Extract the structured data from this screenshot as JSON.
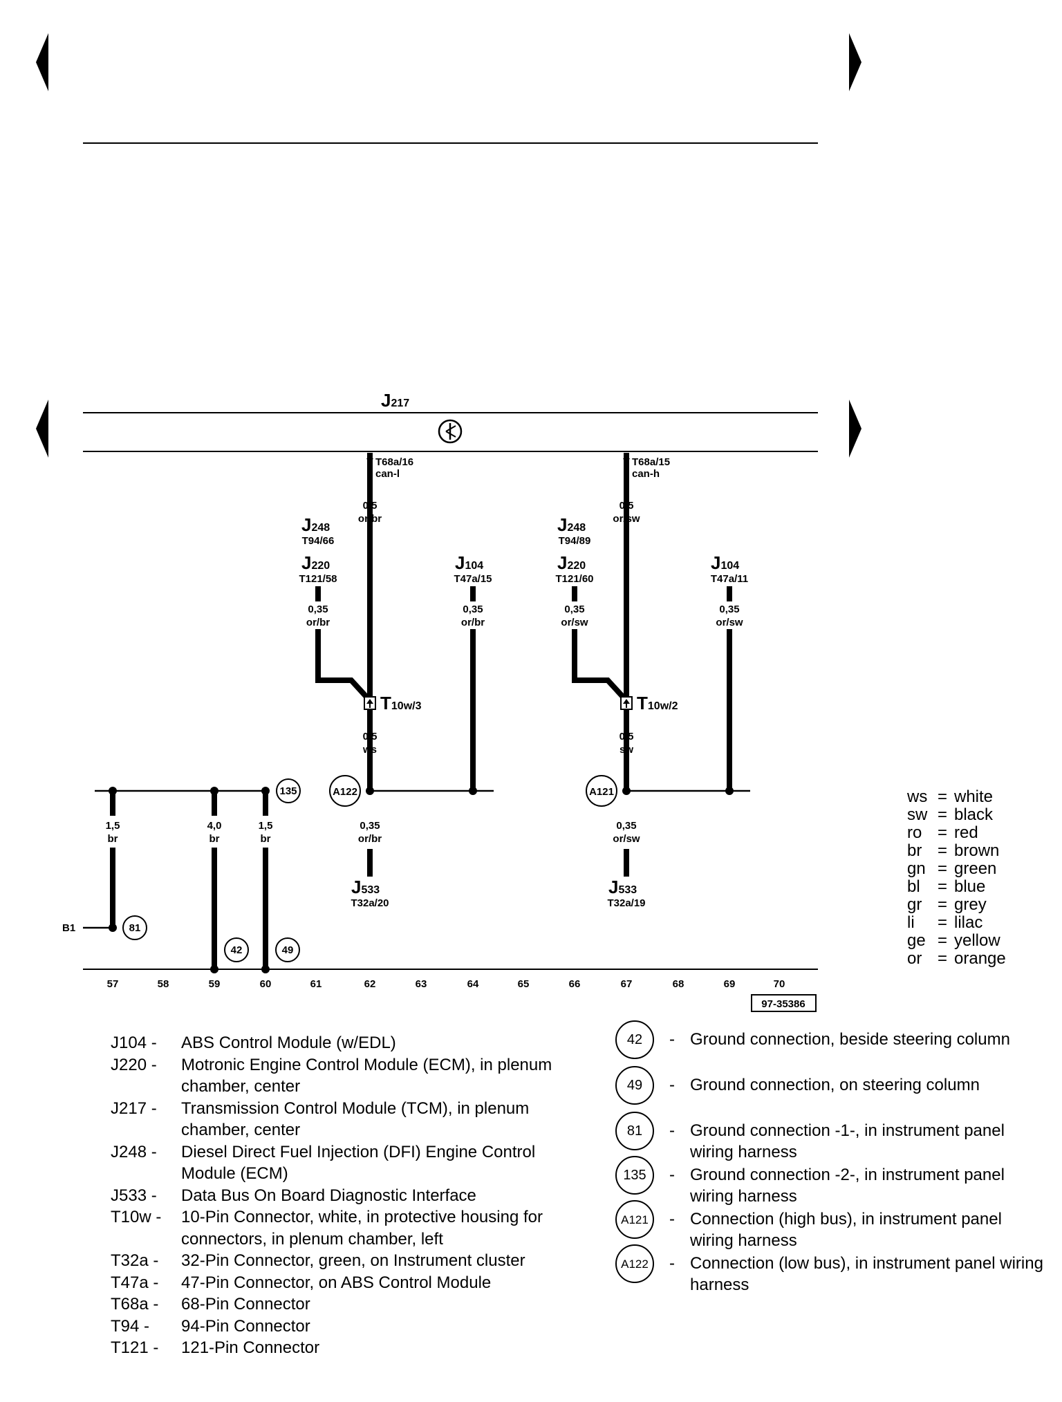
{
  "diagram": {
    "j217_code": "J",
    "j217_sub": "217",
    "left": {
      "t68a": "T68a/16",
      "can": "can-l",
      "wire_top_size": "0,5",
      "wire_top_color": "or/br",
      "j248_code": "J",
      "j248_sub": "248",
      "j248_pin": "T94/66",
      "j220_code": "J",
      "j220_sub": "220",
      "j220_pin": "T121/58",
      "j220_wire_size": "0,35",
      "j220_wire_color": "or/br",
      "j104_code": "J",
      "j104_sub": "104",
      "j104_pin": "T47a/15",
      "j104_wire_size": "0,35",
      "j104_wire_color": "or/br",
      "t10w_code": "T",
      "t10w_sub": "10w/3",
      "mid_size": "0,5",
      "mid_color": "ws",
      "node": "A122",
      "bot_size": "0,35",
      "bot_color": "or/br",
      "j533_code": "J",
      "j533_sub": "533",
      "j533_pin": "T32a/20"
    },
    "right": {
      "t68a": "T68a/15",
      "can": "can-h",
      "wire_top_size": "0,5",
      "wire_top_color": "or/sw",
      "j248_code": "J",
      "j248_sub": "248",
      "j248_pin": "T94/89",
      "j220_code": "J",
      "j220_sub": "220",
      "j220_pin": "T121/60",
      "j220_wire_size": "0,35",
      "j220_wire_color": "or/sw",
      "j104_code": "J",
      "j104_sub": "104",
      "j104_pin": "T47a/11",
      "j104_wire_size": "0,35",
      "j104_wire_color": "or/sw",
      "t10w_code": "T",
      "t10w_sub": "10w/2",
      "mid_size": "0,5",
      "mid_color": "sw",
      "node": "A121",
      "bot_size": "0,35",
      "bot_color": "or/sw",
      "j533_code": "J",
      "j533_sub": "533",
      "j533_pin": "T32a/19"
    },
    "ground": {
      "w57_size": "1,5",
      "w57_color": "br",
      "w59_size": "4,0",
      "w59_color": "br",
      "w60_size": "1,5",
      "w60_color": "br",
      "b1": "B1",
      "g81": "81",
      "g42": "42",
      "g49": "49",
      "g135": "135"
    },
    "columns": [
      "57",
      "58",
      "59",
      "60",
      "61",
      "62",
      "63",
      "64",
      "65",
      "66",
      "67",
      "68",
      "69",
      "70"
    ],
    "ref": "97-35386"
  },
  "color_codes": [
    {
      "code": "ws",
      "name": "white"
    },
    {
      "code": "sw",
      "name": "black"
    },
    {
      "code": "ro",
      "name": "red"
    },
    {
      "code": "br",
      "name": "brown"
    },
    {
      "code": "gn",
      "name": "green"
    },
    {
      "code": "bl",
      "name": "blue"
    },
    {
      "code": "gr",
      "name": "grey"
    },
    {
      "code": "li",
      "name": "lilac"
    },
    {
      "code": "ge",
      "name": "yellow"
    },
    {
      "code": "or",
      "name": "orange"
    }
  ],
  "components": [
    {
      "code": "J104 -",
      "desc": "ABS Control Module (w/EDL)"
    },
    {
      "code": "J220 -",
      "desc": "Motronic Engine Control Module (ECM), in plenum chamber, center"
    },
    {
      "code": "J217 -",
      "desc": "Transmission Control Module (TCM), in plenum chamber, center"
    },
    {
      "code": "J248 -",
      "desc": "Diesel Direct Fuel Injection (DFI) Engine Control Module (ECM)"
    },
    {
      "code": "J533 -",
      "desc": "Data Bus On Board Diagnostic Interface"
    },
    {
      "code": "T10w -",
      "desc": "10-Pin Connector, white, in protective housing for connectors, in plenum chamber, left"
    },
    {
      "code": "T32a -",
      "desc": "32-Pin Connector, green, on Instrument cluster"
    },
    {
      "code": "T47a -",
      "desc": "47-Pin Connector, on ABS Control Module"
    },
    {
      "code": "T68a -",
      "desc": "68-Pin Connector"
    },
    {
      "code": "T94 -",
      "desc": "94-Pin Connector"
    },
    {
      "code": "T121 -",
      "desc": "121-Pin Connector"
    }
  ],
  "connections": [
    {
      "code": "42",
      "desc": "Ground connection, beside steering column"
    },
    {
      "code": "49",
      "desc": "Ground connection, on steering column"
    },
    {
      "code": "81",
      "desc": "Ground connection -1-, in instrument panel wiring harness"
    },
    {
      "code": "135",
      "desc": "Ground connection -2-, in instrument panel wiring harness"
    },
    {
      "code": "A121",
      "desc": "Connection (high bus), in instrument panel wiring harness"
    },
    {
      "code": "A122",
      "desc": "Connection (low bus), in instrument panel wiring harness"
    }
  ]
}
